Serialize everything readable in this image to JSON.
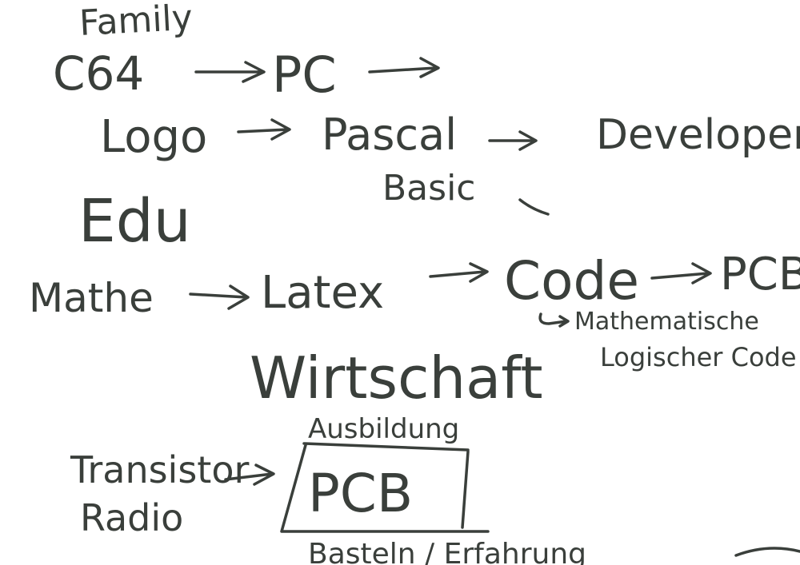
{
  "notes": {
    "family": "Family",
    "c64": "C64",
    "pc": "PC",
    "logo": "Logo",
    "pascal": "Pascal",
    "basic": "Basic",
    "developer": "Developer",
    "edu": "Edu",
    "mathe": "Mathe",
    "latex": "Latex",
    "code": "Code",
    "pcb_top": "PCB",
    "mathematical": "Mathematische",
    "logical_code": "Logischer Code",
    "wirtschaft": "Wirtschaft",
    "ausbildung": "Ausbildung",
    "transistor_radio_1": "Transistor",
    "transistor_radio_2": "Radio",
    "pcb_box": "PCB",
    "bottom_line": "Basteln / Erfahrung"
  },
  "ink_color": "#3a3f3b",
  "background": "#ffffff"
}
